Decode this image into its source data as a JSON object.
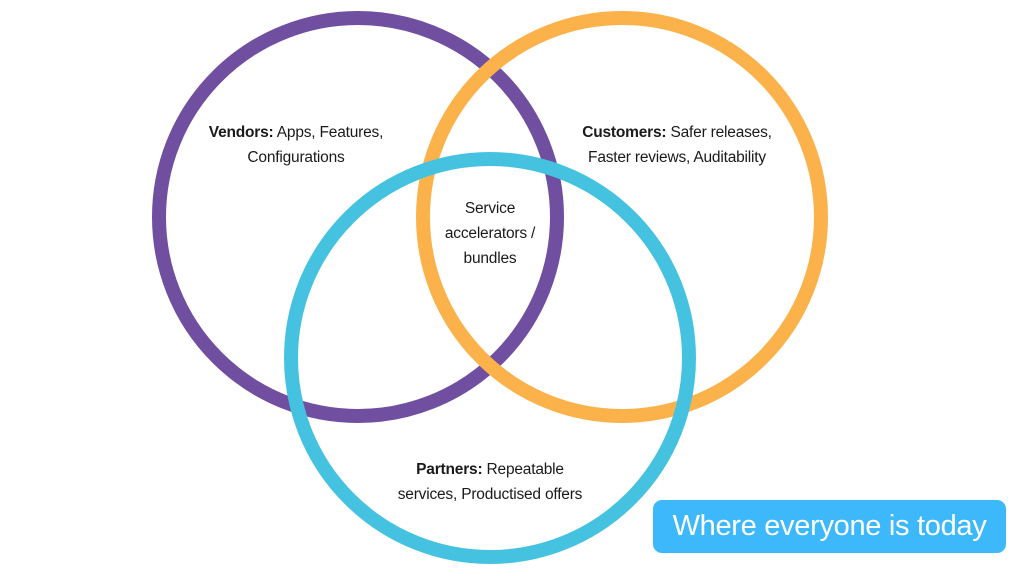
{
  "diagram": {
    "type": "venn",
    "colors": {
      "vendors": "#704ea0",
      "customers": "#fbb24b",
      "partners": "#46c2e1",
      "badge_background": "#3db8fb",
      "badge_text": "#ffffff",
      "text": "#1a1a1a",
      "background": "#ffffff"
    },
    "sets": [
      {
        "id": "vendors",
        "title": "Vendors:",
        "lines": [
          "Apps, Features,",
          "Configurations"
        ]
      },
      {
        "id": "customers",
        "title": "Customers:",
        "lines": [
          "Safer releases,",
          "Faster reviews, Auditability"
        ]
      },
      {
        "id": "partners",
        "title": "Partners:",
        "lines": [
          "Repeatable",
          "services, Productised offers"
        ]
      }
    ],
    "intersection": {
      "lines": [
        "Service",
        "accelerators /",
        "bundles"
      ]
    }
  },
  "badge": {
    "text": "Where everyone is today"
  }
}
